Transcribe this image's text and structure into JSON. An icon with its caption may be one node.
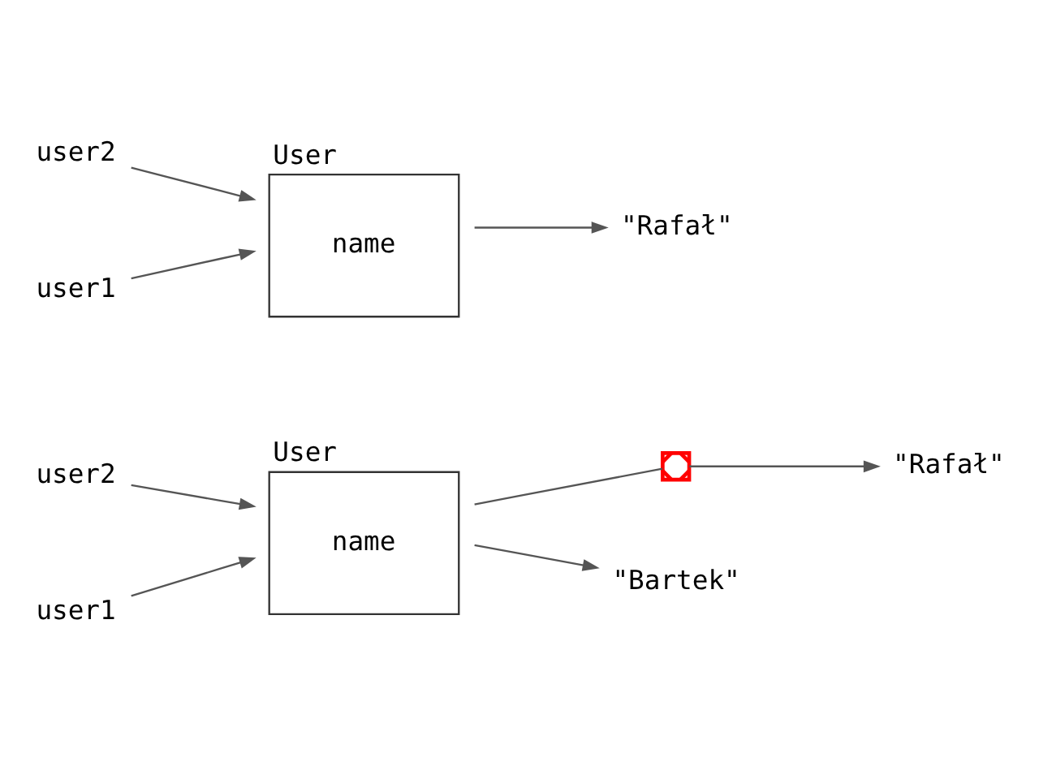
{
  "diagram": {
    "nodes": [
      {
        "text": [
          "user1"
        ]
      },
      {
        "text": [
          "user2"
        ]
      },
      {
        "text": [
          "User",
          "name"
        ]
      },
      {
        "text": [
          "\"Rafał\""
        ]
      },
      {
        "text": [
          "user1"
        ]
      },
      {
        "text": [
          "user2"
        ]
      },
      {
        "text": [
          "User",
          "name"
        ]
      },
      {
        "text": [
          "\"Rafał\""
        ]
      },
      {
        "text": [
          "\"Bartek\""
        ]
      },
      {
        "text": [],
        "shape": "cross"
      }
    ],
    "edges": [
      {
        "from": 0,
        "to": 2,
        "arrow": "to"
      },
      {
        "from": 1,
        "to": 2,
        "arrow": "to"
      },
      {
        "from": 2,
        "to": 3,
        "arrow": "to"
      },
      {
        "from": 4,
        "to": 6,
        "arrow": "to"
      },
      {
        "from": 5,
        "to": 6,
        "arrow": "to"
      },
      {
        "from": 6,
        "to": 9,
        "arrow": "none"
      },
      {
        "from": 9,
        "to": 7,
        "arrow": "to"
      },
      {
        "from": 6,
        "to": 8,
        "arrow": "to"
      }
    ]
  }
}
